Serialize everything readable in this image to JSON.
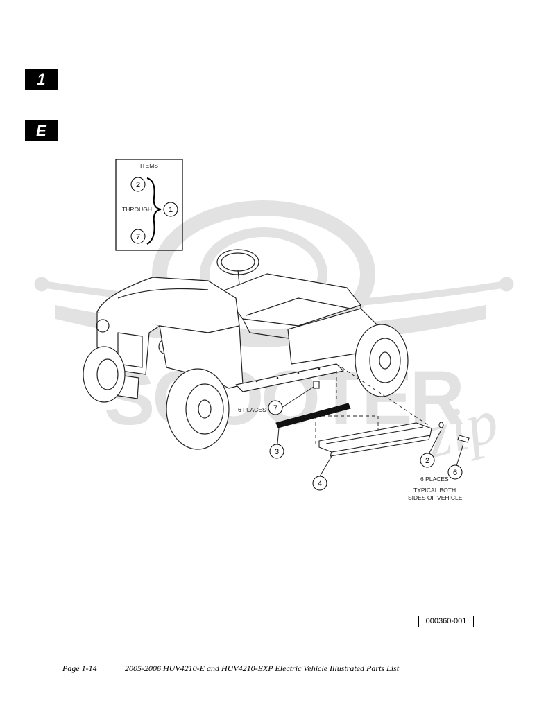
{
  "tabs": {
    "section": "1",
    "letter": "E"
  },
  "legend": {
    "items": "ITEMS",
    "through": "THROUGH",
    "from": "2",
    "to": "7",
    "group": "1"
  },
  "callouts": {
    "c7": "7",
    "c3": "3",
    "c4": "4",
    "c2": "2",
    "c6": "6",
    "places_left": "6 PLACES",
    "places_right": "6 PLACES",
    "typical_line1": "TYPICAL BOTH",
    "typical_line2": "SIDES OF VEHICLE"
  },
  "watermark": {
    "text": "SCOOTER",
    "suffix": "zip",
    "color": "#e0e0e0"
  },
  "part_number": "000360-001",
  "footer": {
    "page": "Page 1-14",
    "title": "2005-2006 HUV4210-E and HUV4210-EXP Electric Vehicle Illustrated Parts List"
  }
}
